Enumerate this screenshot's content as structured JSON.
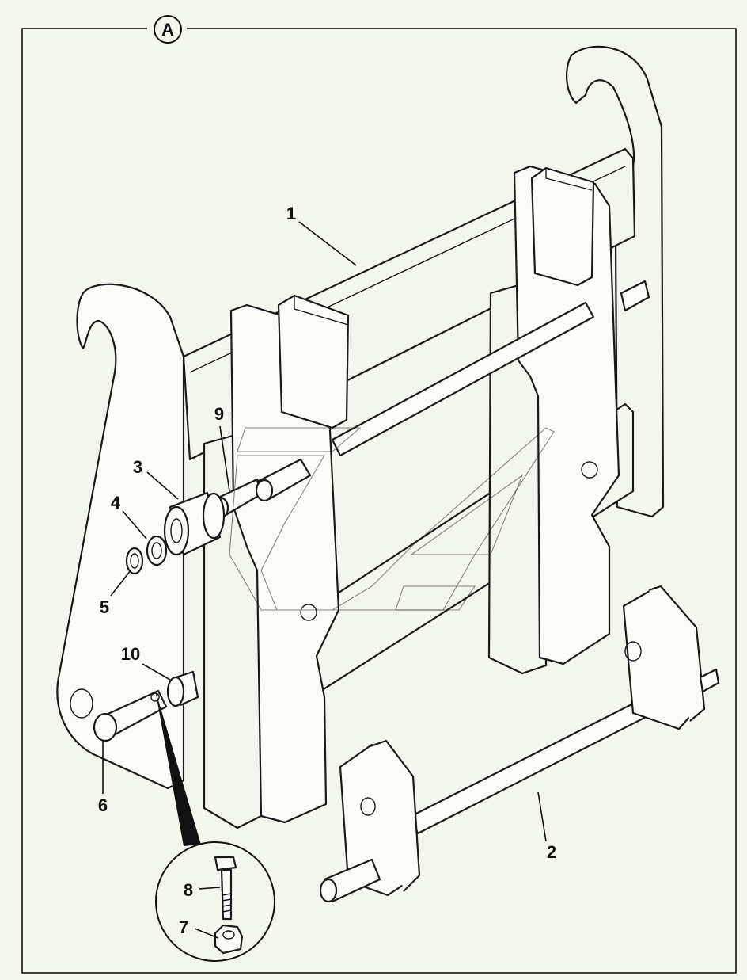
{
  "view_label": "A",
  "callouts": [
    {
      "id": "1",
      "text": "1"
    },
    {
      "id": "2",
      "text": "2"
    },
    {
      "id": "3",
      "text": "3"
    },
    {
      "id": "4",
      "text": "4"
    },
    {
      "id": "5",
      "text": "5"
    },
    {
      "id": "6",
      "text": "6"
    },
    {
      "id": "7",
      "text": "7"
    },
    {
      "id": "8",
      "text": "8"
    },
    {
      "id": "9",
      "text": "9"
    },
    {
      "id": "10",
      "text": "10"
    }
  ],
  "colors": {
    "background": "#f3f6ec",
    "line": "#1a1a1a"
  }
}
